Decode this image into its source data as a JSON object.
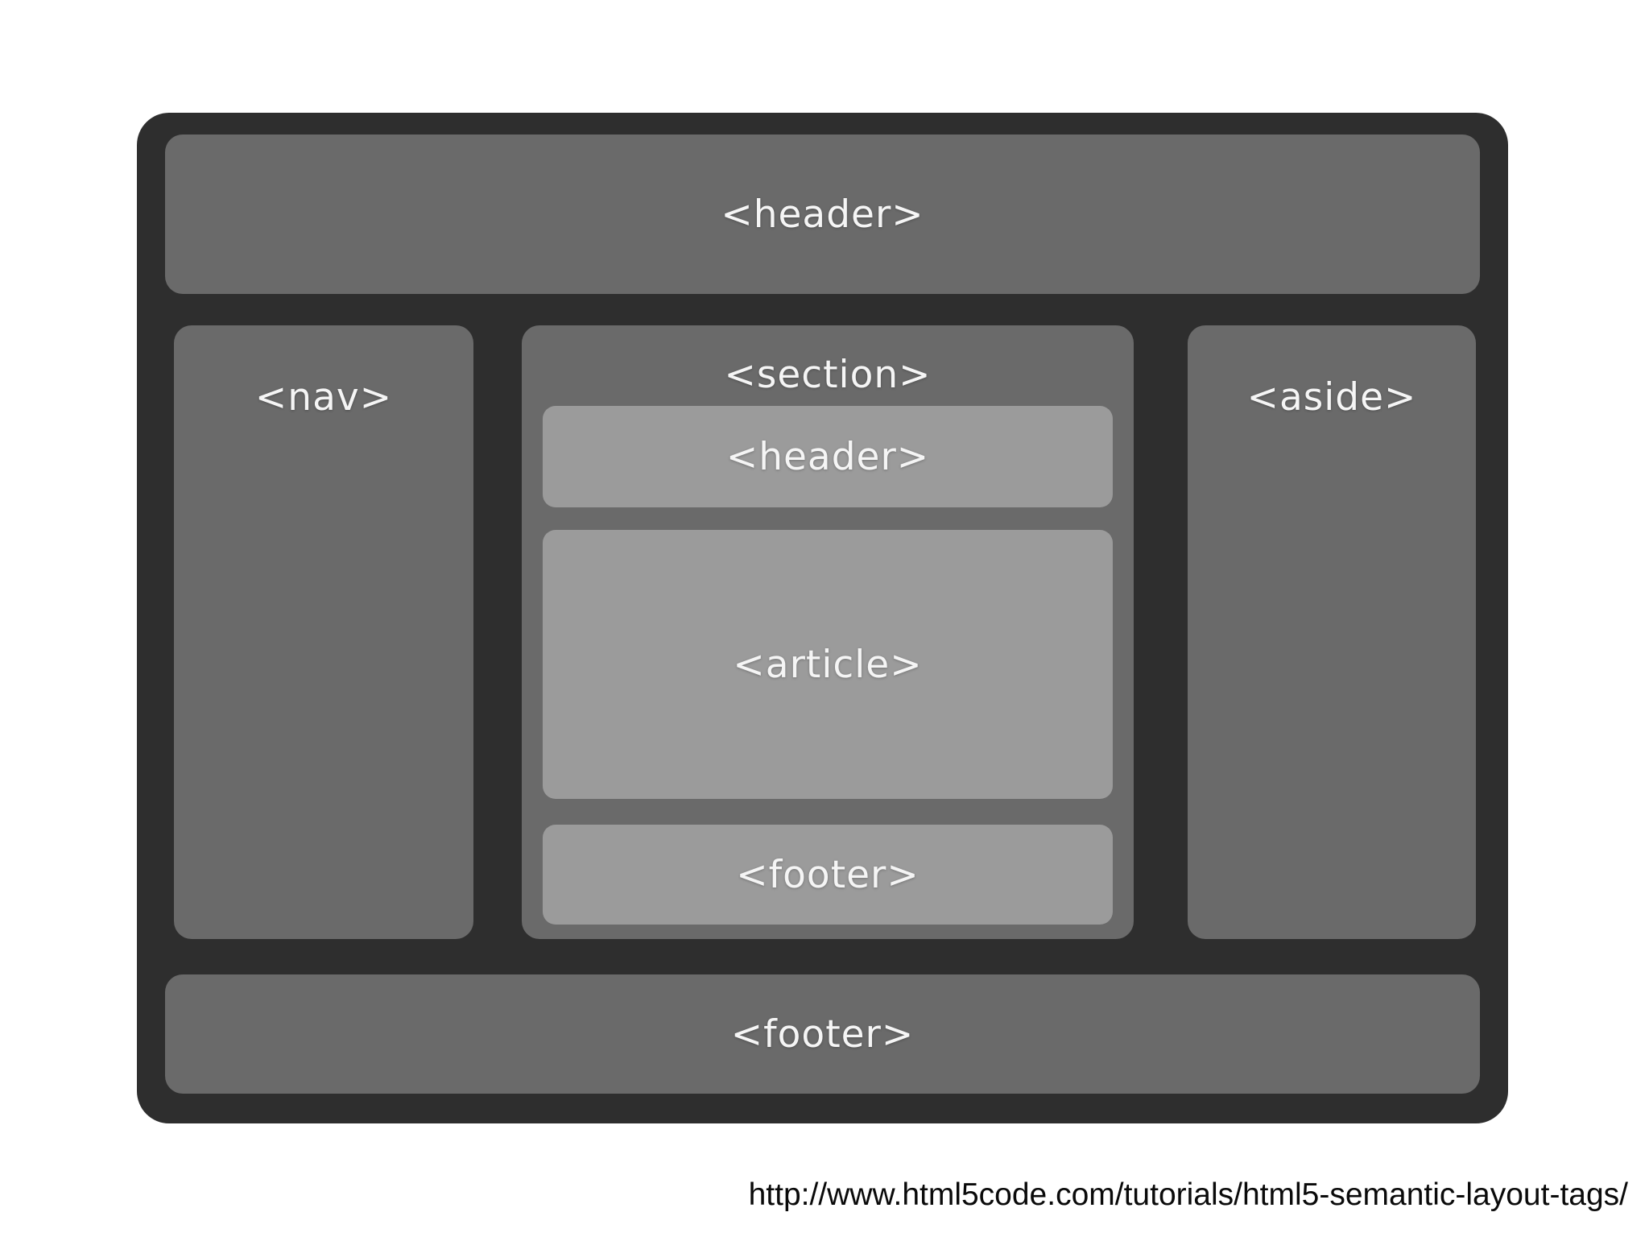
{
  "diagram": {
    "outer_header_label": "<header>",
    "nav_label": "<nav>",
    "section_label": "<section>",
    "inner_header_label": "<header>",
    "article_label": "<article>",
    "inner_footer_label": "<footer>",
    "aside_label": "<aside>",
    "outer_footer_label": "<footer>"
  },
  "source_url": "http://www.html5code.com/tutorials/html5-semantic-layout-tags/",
  "colors": {
    "background": "#ffffff",
    "frame": "#2e2e2e",
    "box": "#6a6a6a",
    "inner_box": "#9b9b9b",
    "label_text": "#f5f5f5",
    "url_text": "#0a0a0a"
  }
}
